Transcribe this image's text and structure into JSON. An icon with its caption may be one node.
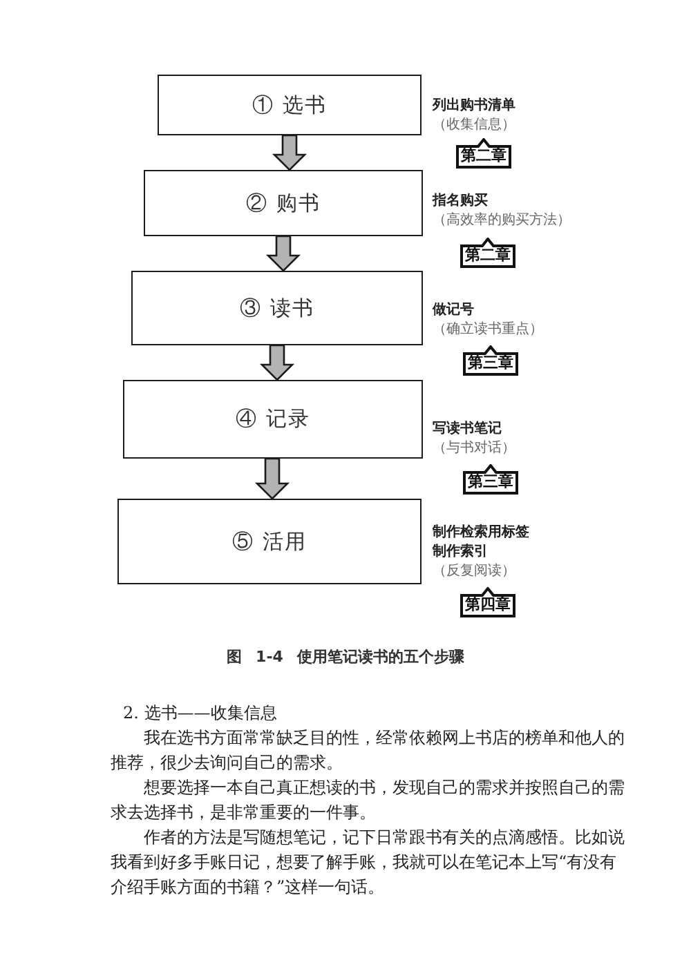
{
  "diagram": {
    "caption": "图 1-4 使用笔记读书的五个步骤",
    "nodes": [
      {
        "text": [
          "① 选书"
        ],
        "beside": [
          "列出购书清单",
          "（收集信息）"
        ]
      },
      {
        "text": [
          "第二章"
        ]
      },
      {
        "text": [
          "② 购书"
        ],
        "beside": [
          "指名购买",
          "（高效率的购买方法）"
        ]
      },
      {
        "text": [
          "第二章"
        ]
      },
      {
        "text": [
          "③ 读书"
        ],
        "beside": [
          "做记号",
          "（确立读书重点）"
        ]
      },
      {
        "text": [
          "第三章"
        ]
      },
      {
        "text": [
          "④ 记录"
        ],
        "beside": [
          "写读书笔记",
          "（与书对话）"
        ]
      },
      {
        "text": [
          "第三章"
        ]
      },
      {
        "text": [
          "⑤ 活用"
        ],
        "beside": [
          "制作检索用标签",
          "制作索引",
          "（反复阅读）"
        ]
      },
      {
        "text": [
          "第四章"
        ]
      }
    ],
    "edges": [
      {
        "from": 0,
        "to": 2,
        "arrow": "to"
      },
      {
        "from": 2,
        "to": 4,
        "arrow": "to"
      },
      {
        "from": 4,
        "to": 6,
        "arrow": "to"
      },
      {
        "from": 6,
        "to": 8,
        "arrow": "to"
      }
    ],
    "labels": [
      "2. 选书——收集信息",
      "我在选书方面常常缺乏目的性，经常依赖网上书店的榜单和他人的推荐，很少去询问自己的需求。",
      "想要选择一本自己真正想读的书，发现自己的需求并按照自己的需求去选择书，是非常重要的一件事。",
      "作者的方法是写随想笔记，记下日常跟书有关的点滴感悟。比如说我看到好多手账日记，想要了解手账，我就可以在笔记本上写“有没有介绍手账方面的书籍？”这样一句话。"
    ]
  }
}
